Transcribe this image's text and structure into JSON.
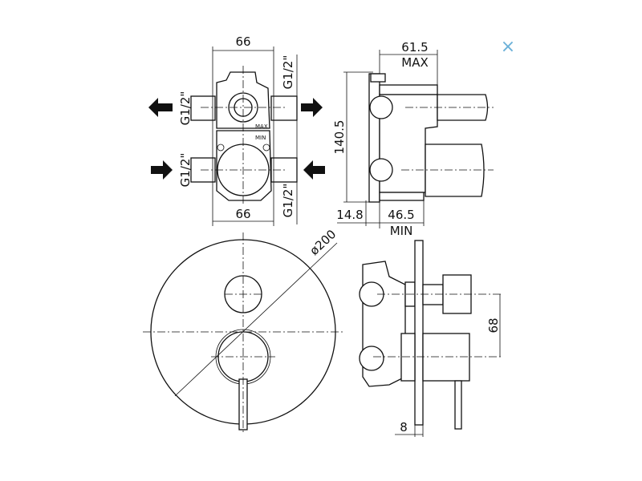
{
  "close_icon": {
    "glyph": "×",
    "color": "#6ab0d8"
  },
  "top_view": {
    "width_top": "66",
    "width_bottom": "66",
    "thread_upper_left": "G1/2\"",
    "thread_lower_left": "G1/2\"",
    "thread_upper_right": "G1/2\"",
    "thread_lower_right": "G1/2\"",
    "mark_max": "MAX",
    "mark_min": "MIN"
  },
  "side_view": {
    "depth_max": "61.5",
    "depth_max_label": "MAX",
    "height": "140.5",
    "plate_offset": "14.8",
    "depth_min": "46.5",
    "depth_min_label": "MIN"
  },
  "front_view": {
    "diameter": "ø200"
  },
  "assembly_view": {
    "spacing": "68",
    "plate_thickness": "8"
  }
}
